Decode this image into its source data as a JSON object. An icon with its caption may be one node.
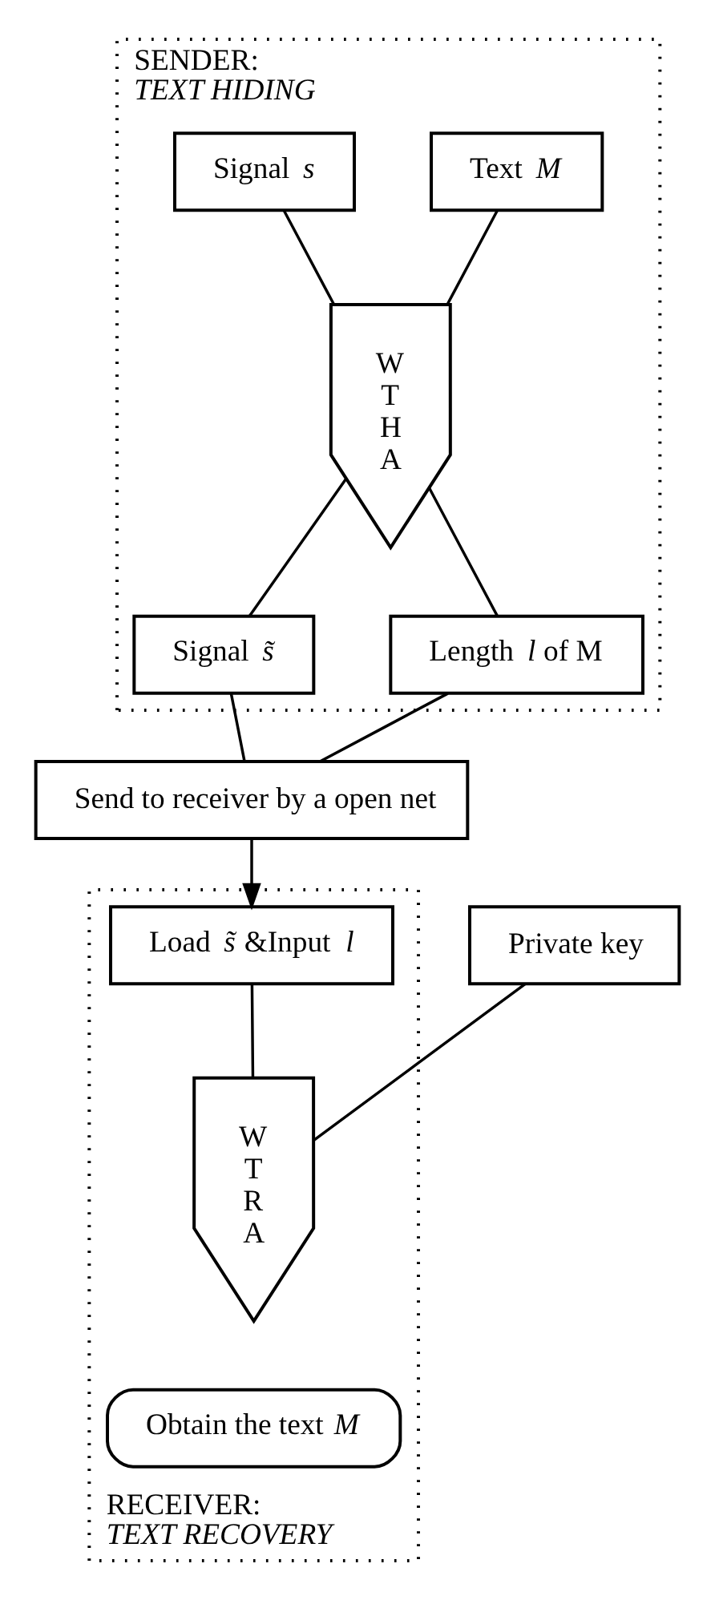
{
  "diagram": {
    "nodes": [
      {
        "text": [
          "SENDER:",
          "TEXT HIDING"
        ]
      },
      {
        "text": [
          "Signal *s*"
        ],
        "in": 0
      },
      {
        "text": [
          "Text *M*"
        ],
        "in": 0
      },
      {
        "text": [
          "W T H A"
        ],
        "in": 0
      },
      {
        "text": [
          "Signal *s̃*"
        ],
        "in": 0
      },
      {
        "text": [
          "Length *l* of M"
        ],
        "in": 0
      },
      {
        "text": [
          "Send to receiver by a open net"
        ]
      },
      {
        "text": [
          "RECEIVER:",
          "TEXT RECOVERY"
        ]
      },
      {
        "text": [
          "Load *s̃* &Input *l*"
        ],
        "in": 7
      },
      {
        "text": [
          "Private key"
        ]
      },
      {
        "text": [
          "W T R A"
        ],
        "in": 7
      },
      {
        "text": [
          "Obtain the text *M*"
        ],
        "in": 7
      }
    ],
    "edges": [
      {
        "from": 1,
        "to": 3,
        "arrow": "none"
      },
      {
        "from": 2,
        "to": 3,
        "arrow": "none"
      },
      {
        "from": 3,
        "to": 4,
        "arrow": "none"
      },
      {
        "from": 3,
        "to": 5,
        "arrow": "none"
      },
      {
        "from": 4,
        "to": 6,
        "arrow": "none"
      },
      {
        "from": 5,
        "to": 6,
        "arrow": "none"
      },
      {
        "from": 6,
        "to": 8,
        "arrow": "to"
      },
      {
        "from": 8,
        "to": 10,
        "arrow": "none"
      },
      {
        "from": 9,
        "to": 10,
        "arrow": "none"
      }
    ]
  }
}
